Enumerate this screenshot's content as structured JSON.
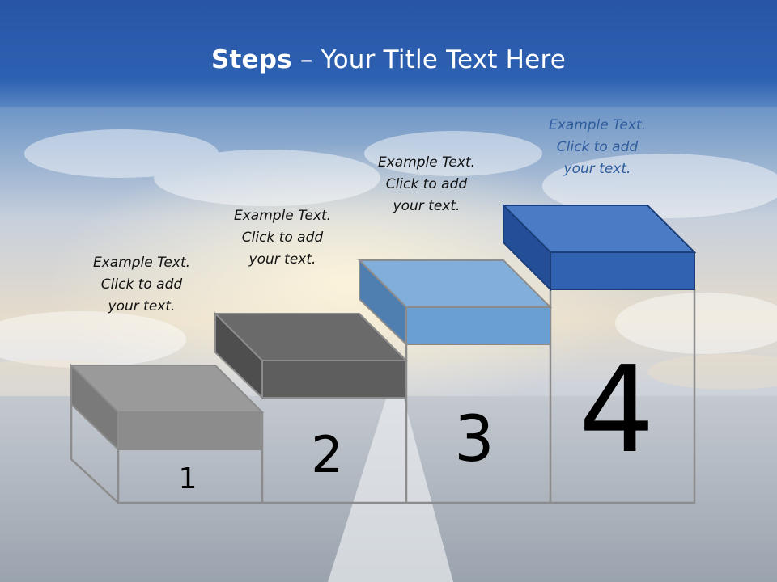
{
  "slide": {
    "title_bold": "Steps",
    "title_rest": " – Your Title Text Here"
  },
  "colors": {
    "title_bar": "#2d5fae",
    "step1": "#8a8a8a",
    "step2": "#5f5f5f",
    "step3": "#6f9fd2",
    "step4": "#2f62b0",
    "text_dark": "#111111",
    "text_blue": "#2f5d9e"
  },
  "steps": [
    {
      "number": "1",
      "line1": "Example Text.",
      "line2": "Click  to add",
      "line3": "your text."
    },
    {
      "number": "2",
      "line1": "Example Text.",
      "line2": "Click  to add",
      "line3": "your text."
    },
    {
      "number": "3",
      "line1": "Example Text.",
      "line2": "Click  to add",
      "line3": "your text."
    },
    {
      "number": "4",
      "line1": "Example Text.",
      "line2": "Click  to add",
      "line3": "your text."
    }
  ]
}
